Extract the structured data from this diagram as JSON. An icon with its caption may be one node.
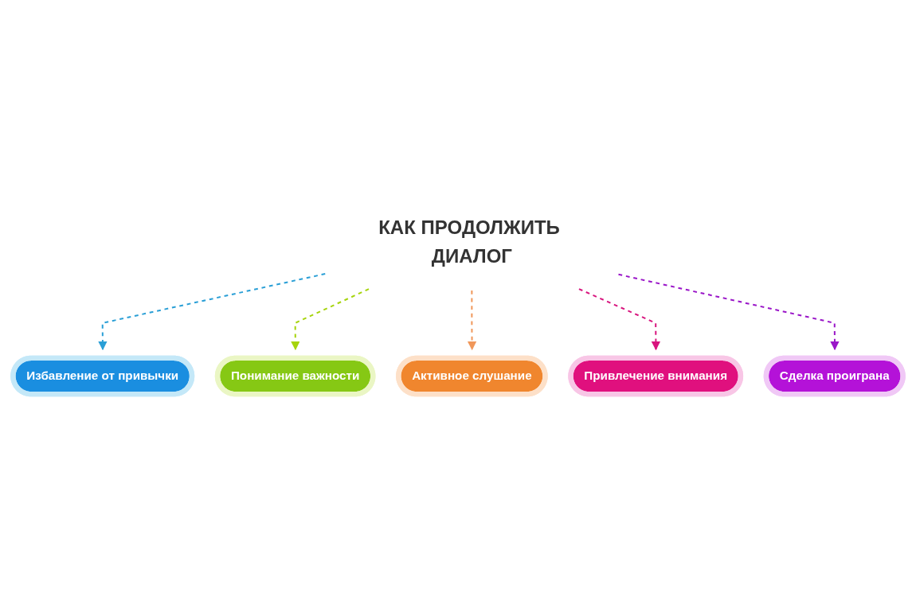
{
  "diagram": {
    "nodes": [
      {
        "text": [
          "Избавление от привычки"
        ]
      },
      {
        "text": [
          "Понимание важности"
        ]
      },
      {
        "text": [
          "КАК ПРОДОЛЖИТЬ ДИАЛОГ"
        ]
      },
      {
        "text": [
          "Активное слушание"
        ]
      },
      {
        "text": [
          "Привлечение внимания"
        ]
      },
      {
        "text": [
          "Сделка проиграна"
        ]
      }
    ],
    "edges": [
      {
        "from": 2,
        "to": 0,
        "arrow": "to",
        "style": "dashed",
        "color": "#2a9fd6"
      },
      {
        "from": 2,
        "to": 1,
        "arrow": "to",
        "style": "dashed",
        "color": "#a6d40c"
      },
      {
        "from": 2,
        "to": 3,
        "arrow": "to",
        "style": "dashed",
        "color": "#f0975a"
      },
      {
        "from": 2,
        "to": 4,
        "arrow": "to",
        "style": "dashed",
        "color": "#d8157e"
      },
      {
        "from": 2,
        "to": 5,
        "arrow": "to",
        "style": "dashed",
        "color": "#9a16c8"
      }
    ]
  }
}
